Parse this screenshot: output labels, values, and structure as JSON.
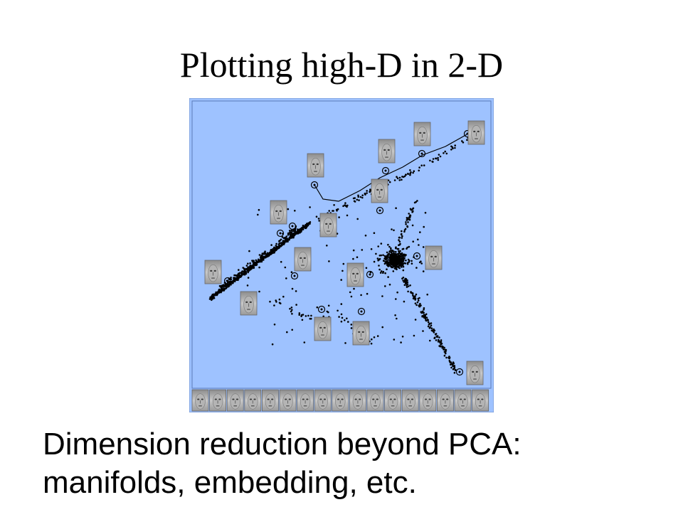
{
  "slide": {
    "title": "Plotting high-D in 2-D",
    "caption_line1": "Dimension reduction beyond PCA:",
    "caption_line2": "manifolds, embedding, etc."
  },
  "figure": {
    "background_color": "#9ec2ff",
    "point_color": "#000000",
    "face_color": "#b4b4b4"
  }
}
